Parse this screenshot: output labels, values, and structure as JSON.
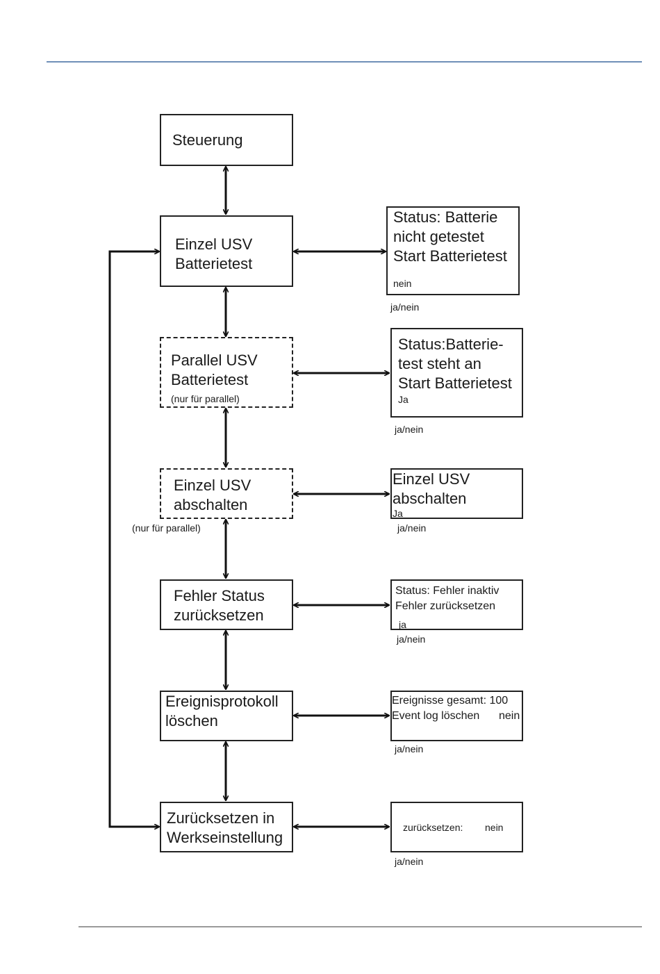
{
  "menu": [
    {
      "label": "Steuerung"
    },
    {
      "label": "Einzel USV\nBatterietest"
    },
    {
      "label": "Parallel USV\nBatterietest",
      "note": "(nur für parallel)"
    },
    {
      "label": "Einzel USV\nabschalten",
      "note": "(nur für parallel)"
    },
    {
      "label": "Fehler Status\nzurücksetzen"
    },
    {
      "label": "Ereignisprotokoll\nlöschen"
    },
    {
      "label": "Zurücksetzen in\nWerkseinstellung"
    }
  ],
  "panels": [
    {
      "text": "Status: Batterie\nnicht getestet\nStart Batterietest",
      "value": "nein",
      "options": "ja/nein"
    },
    {
      "text": "Status:Batterie-\ntest steht an\nStart Batterietest",
      "value": "Ja",
      "options": "ja/nein"
    },
    {
      "text": "Einzel USV\nabschalten",
      "value": "Ja",
      "options": "ja/nein"
    },
    {
      "text": "Status: Fehler inaktiv\nFehler zurücksetzen",
      "value": "ja",
      "options": "ja/nein"
    },
    {
      "text": "Ereignisse gesamt: 100\nEvent log löschen",
      "value": "nein",
      "options": "ja/nein"
    },
    {
      "text": "zurücksetzen:",
      "value": "nein",
      "options": "ja/nein"
    }
  ]
}
